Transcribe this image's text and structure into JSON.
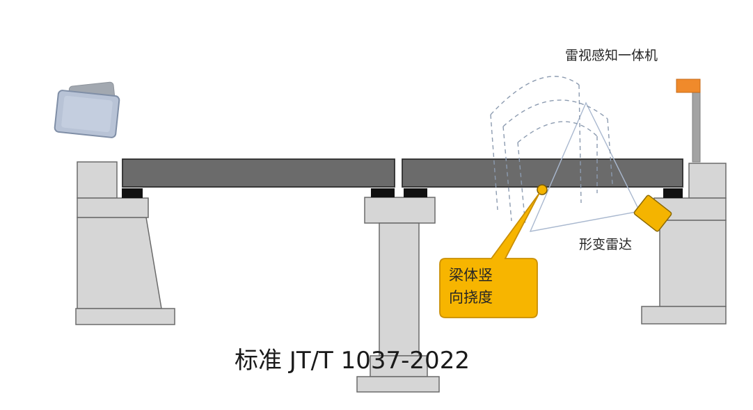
{
  "labels": {
    "sensor_unit": "雷视感知一体机",
    "radar": "形变雷达",
    "callout_line1": "梁体竖",
    "callout_line2": "向挠度",
    "standard": "标准 JT/T 1037-2022"
  },
  "icons": {
    "folder": "folder-icon",
    "radar_device": "radar-device-icon",
    "sensor_device": "sensor-unit-icon",
    "measure_point": "measure-point-icon"
  },
  "colors": {
    "beam": "#6b6b6b",
    "structure": "#d6d6d6",
    "bearing": "#111111",
    "accent_orange": "#f08a2b",
    "radar_yellow": "#f4b400",
    "callout_fill": "#f7b500",
    "callout_stroke": "#c98e00",
    "beam_stroke": "#2e2e2e",
    "structure_stroke": "#6a6a6a"
  }
}
